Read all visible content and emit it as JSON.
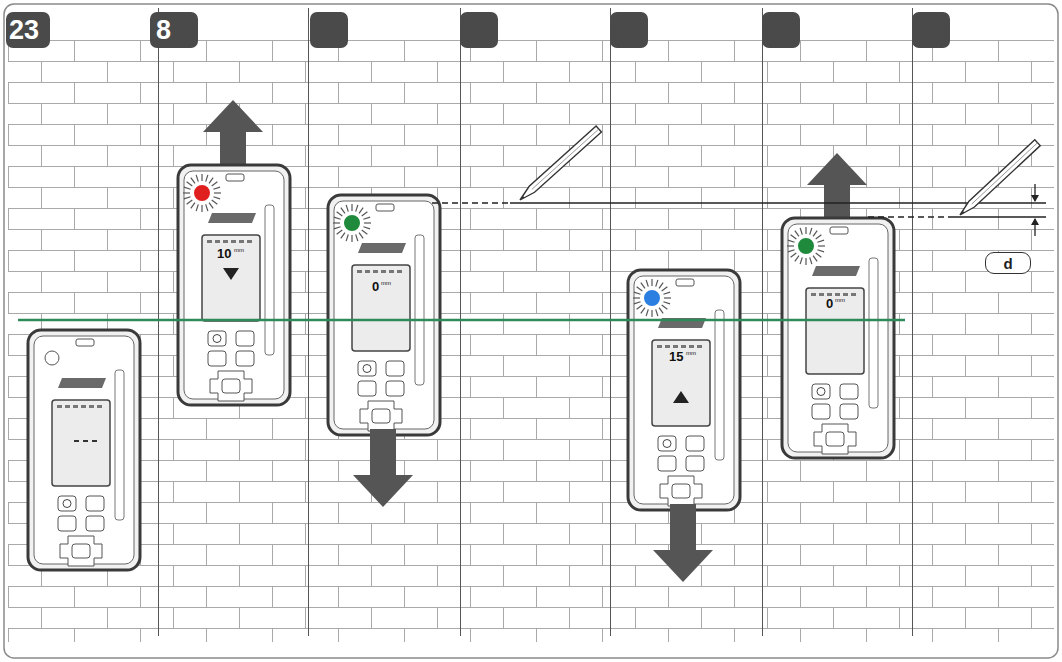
{
  "diagram": {
    "nodes": [
      {
        "text": [
          "d"
        ]
      }
    ],
    "labels": [
      "23",
      "8",
      "10",
      "mm",
      "0",
      "mm",
      "15",
      "mm",
      "0",
      "mm"
    ]
  }
}
